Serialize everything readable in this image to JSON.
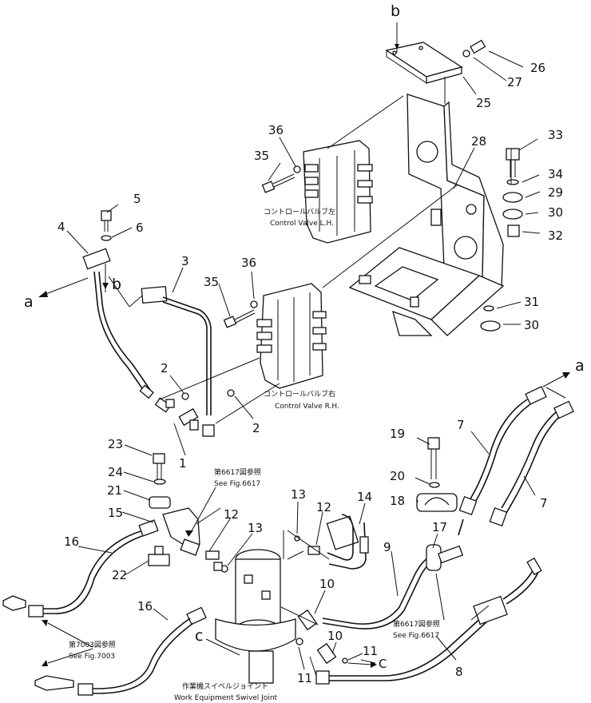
{
  "callouts": {
    "n1": "1",
    "n2a": "2",
    "n2b": "2",
    "n3": "3",
    "n4": "4",
    "n5": "5",
    "n6": "6",
    "n7a": "7",
    "n7b": "7",
    "n8": "8",
    "n9": "9",
    "n10a": "10",
    "n10b": "10",
    "n11a": "11",
    "n11b": "11",
    "n12": "12",
    "n13a": "13",
    "n13b": "13",
    "n14": "14",
    "n15": "15",
    "n16a": "16",
    "n16b": "16",
    "n17": "17",
    "n18": "18",
    "n19": "19",
    "n20": "20",
    "n21": "21",
    "n22": "22",
    "n23": "23",
    "n24": "24",
    "n25": "25",
    "n26": "26",
    "n27": "27",
    "n28": "28",
    "n29": "29",
    "n30a": "30",
    "n30b": "30",
    "n31": "31",
    "n32": "32",
    "n33": "33",
    "n34": "34",
    "n35a": "35",
    "n35b": "35",
    "n36a": "36",
    "n36b": "36"
  },
  "letters": {
    "a_left": "a",
    "a_right": "a",
    "b_top": "b",
    "b_left": "b",
    "c_left": "c",
    "c_right": "C"
  },
  "notes": {
    "valve_lh_jp": "コントロールバルブ左",
    "valve_lh_en": "Control Valve L.H.",
    "valve_rh_jp": "コントロールバルブ右",
    "valve_rh_en": "Control Valve R.H.",
    "fig6617_a_jp": "第6617図参照",
    "fig6617_a_en": "See Fig.6617",
    "fig6617_b_jp": "第6617図参照",
    "fig6617_b_en": "See Fig.6617",
    "fig7003_jp": "第7003図参照",
    "fig7003_en": "See Fig.7003",
    "swivel_jp": "作業機スイベルジョイント",
    "swivel_en": "Work Equipment Swivel Joint"
  }
}
